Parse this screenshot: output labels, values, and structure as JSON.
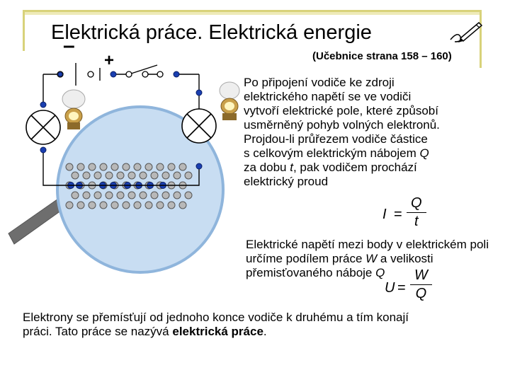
{
  "title": "Elektrická práce. Elektrická energie",
  "source": "(Učebnice strana 158 – 160)",
  "battery": {
    "minus": "–",
    "plus": "+"
  },
  "paragraph1": {
    "lines": [
      "Po připojení vodiče ke zdroji",
      "elektrického napětí se ve vodiči",
      "vytvoří elektrické pole, které způsobí",
      "usměrněný pohyb volných elektronů.",
      "Projdou-li průřezem vodiče částice",
      "s celkovým elektrickým nábojem "
    ],
    "q1": "Q",
    "line6b": "",
    "line7a": "za dobu ",
    "t1": "t",
    "line7b": ", pak vodičem prochází",
    "line8": "elektrický proud"
  },
  "formula_I": {
    "lhs": "I",
    "eq": "=",
    "num": "Q",
    "den": "t"
  },
  "paragraph2": {
    "line1": "Elektrické napětí mezi body v elektrickém poli",
    "line2a": "určíme podílem práce ",
    "w": "W",
    "line2b": " a velikosti",
    "line3a": "přemisťovaného náboje ",
    "q": "Q"
  },
  "formula_U": {
    "lhs": "U",
    "eq": "=",
    "num": "W",
    "den": "Q"
  },
  "paragraph3": {
    "line1": "Elektrony se přemísťují od jednoho konce vodiče k druhému a tím konají",
    "line2a": "práci. Tato práce se nazývá ",
    "bold": "elektrická práce",
    "line2b": "."
  },
  "colors": {
    "frame": "#d8d27a",
    "wire": "#000000",
    "terminal": "#1a3fb0",
    "lens": "#c8ddf2",
    "handle": "#6e6e6e"
  }
}
